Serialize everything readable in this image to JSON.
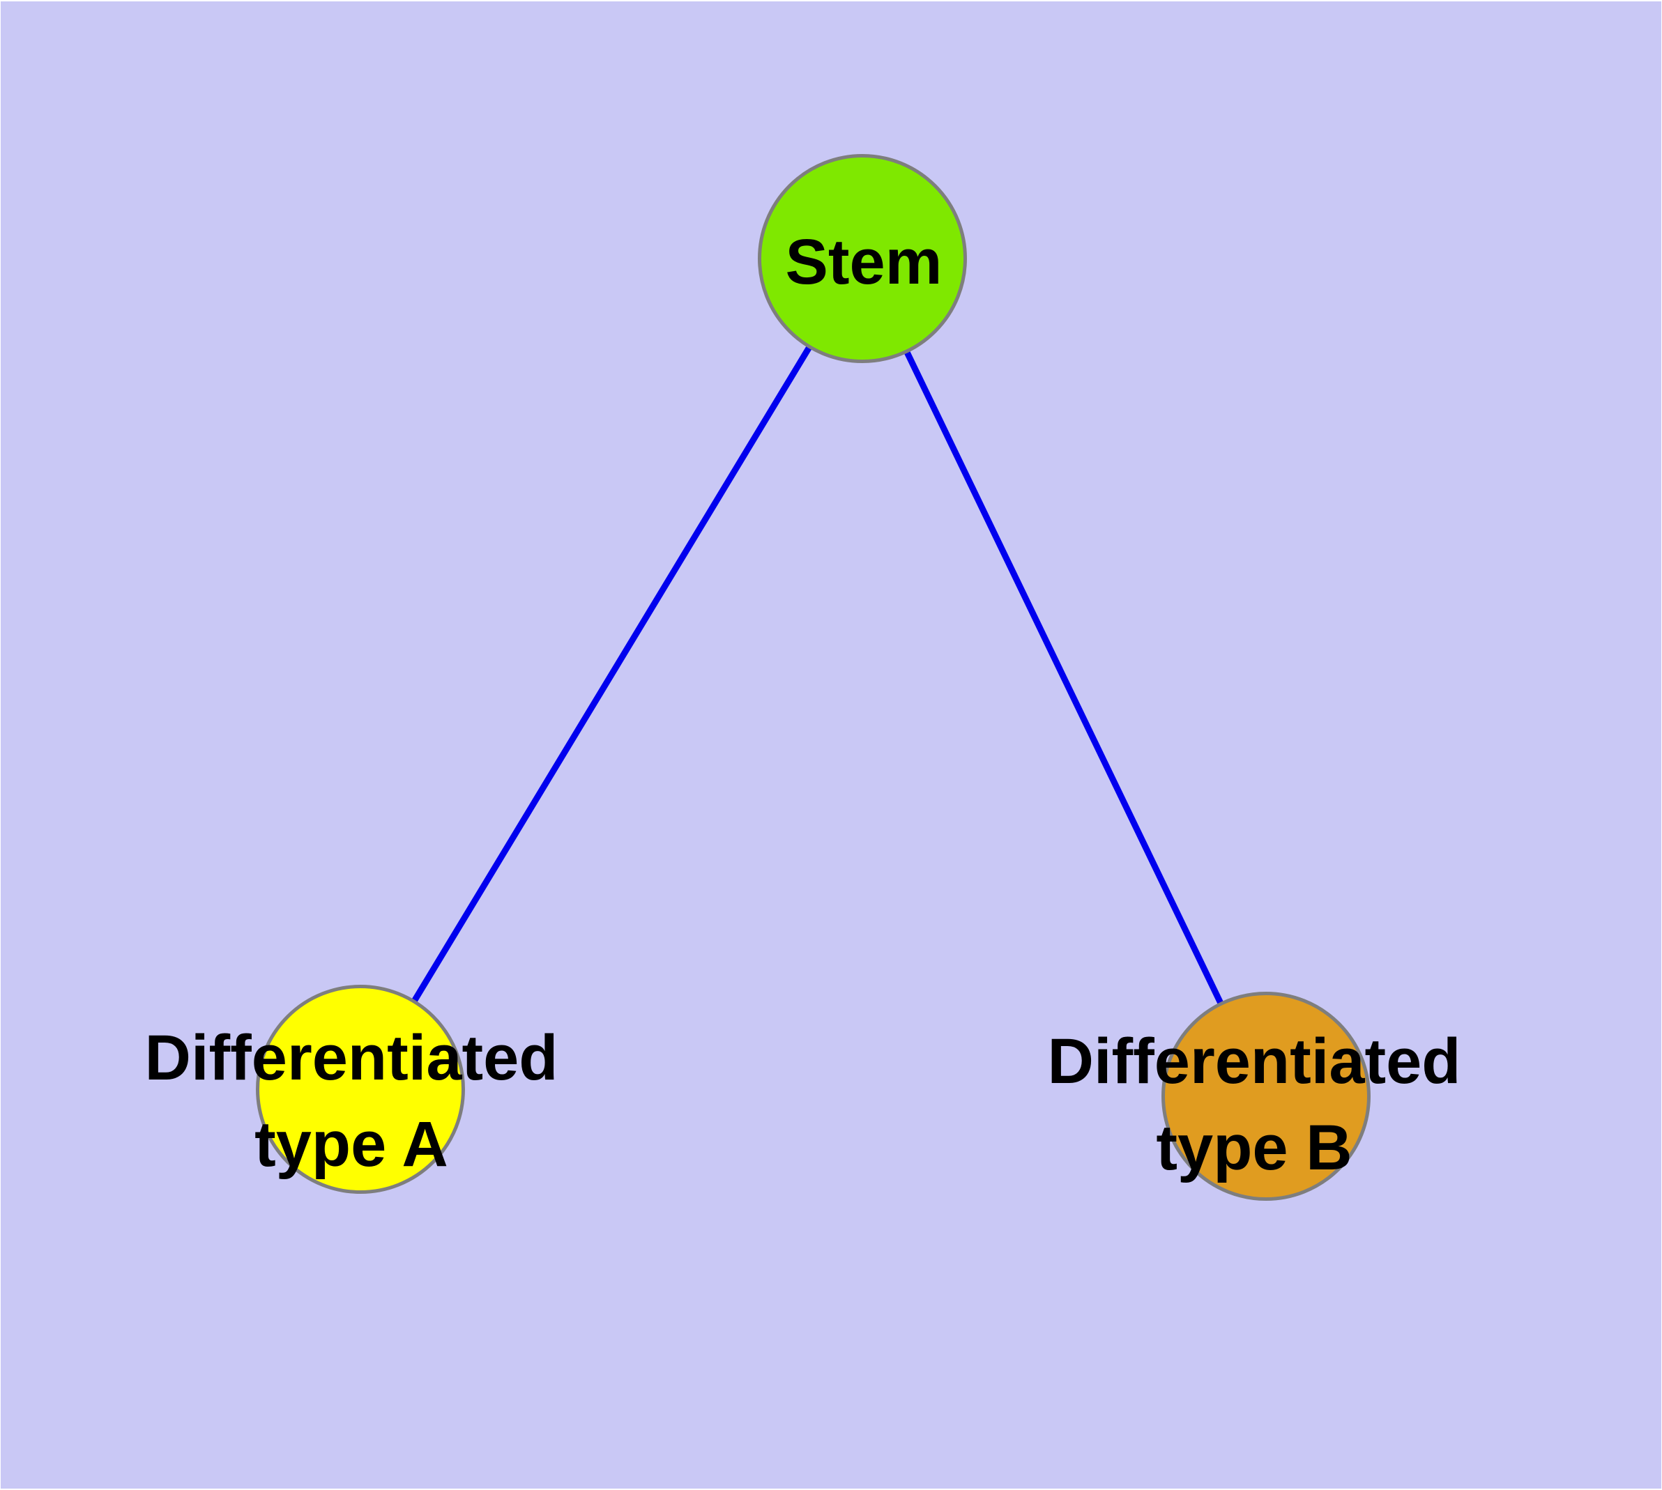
{
  "diagram": {
    "type": "network-graph",
    "background_color": "#c9c8f5",
    "page_margin_color": "#ffffff",
    "edge_color": "#0000ee",
    "node_border_color": "#7e7e7e",
    "label_color": "#000000",
    "nodes": [
      {
        "id": "stem",
        "label": "Stem",
        "color": "#7fe800"
      },
      {
        "id": "type-a",
        "label_line1": "Differentiated",
        "label_line2": "type A",
        "color": "#ffff00"
      },
      {
        "id": "type-b",
        "label_line1": "Differentiated",
        "label_line2": "type B",
        "color": "#e09c20"
      }
    ],
    "edges": [
      {
        "from": "stem",
        "to": "type-a"
      },
      {
        "from": "stem",
        "to": "type-b"
      }
    ]
  }
}
